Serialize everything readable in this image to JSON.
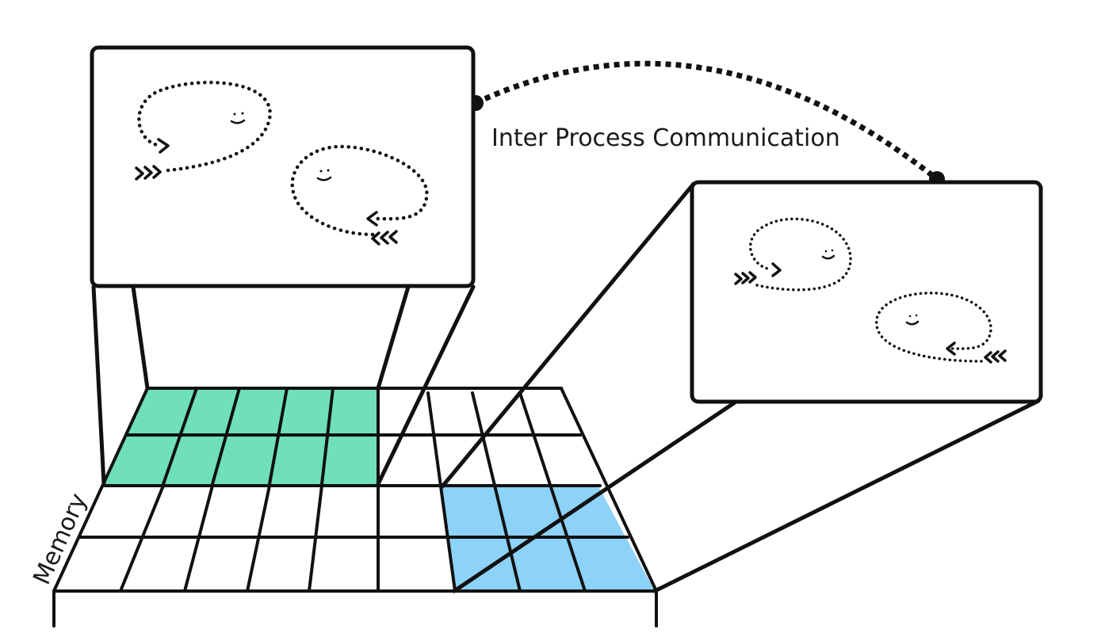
{
  "diagram": {
    "ipc_label": "Inter Process Communication",
    "memory_label": "Memory",
    "colors": {
      "process_a_memory": "#6fe0b8",
      "process_b_memory": "#8dd2f8",
      "stroke": "#111111",
      "background": "#ffffff"
    },
    "nodes": [
      {
        "id": "process-window-a",
        "kind": "process-window",
        "threads": 2
      },
      {
        "id": "process-window-b",
        "kind": "process-window",
        "threads": 2
      },
      {
        "id": "memory-grid",
        "kind": "memory",
        "highlighted_regions": [
          "process-a-region",
          "process-b-region"
        ]
      }
    ],
    "edges": [
      {
        "from": "process-window-a",
        "to": "process-window-b",
        "label": "Inter Process Communication",
        "style": "dotted-arc"
      },
      {
        "from": "process-window-a",
        "to": "process-a-region",
        "style": "projection"
      },
      {
        "from": "process-window-b",
        "to": "process-b-region",
        "style": "projection"
      }
    ]
  }
}
